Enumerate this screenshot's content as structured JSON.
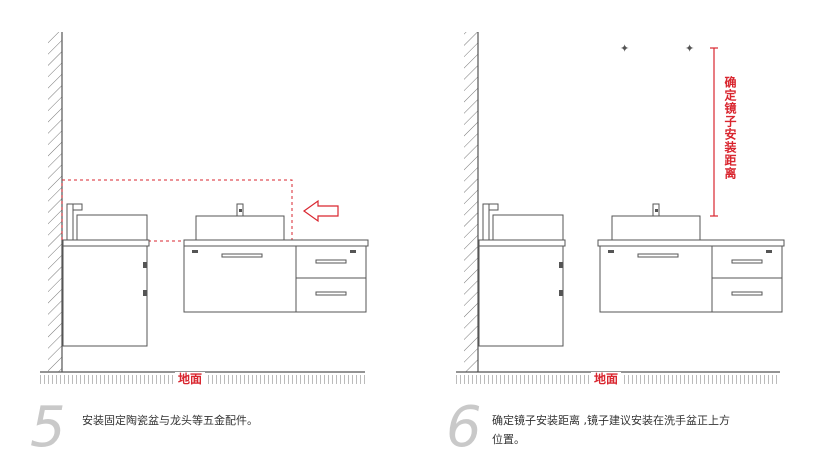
{
  "panels": [
    {
      "step_number": "5",
      "caption": "安装固定陶瓷盆与龙头等五金配件。",
      "floor_label": "地面"
    },
    {
      "step_number": "6",
      "caption_line1": "确定镜子安装距离 ,镜子建议安装在洗手盆正上方",
      "caption_line2": "位置。",
      "floor_label": "地面",
      "dimension_label": "确定镜子安装距离"
    }
  ],
  "colors": {
    "accent_red": "#d9262f",
    "line": "#555555",
    "number": "#c9c9c9"
  }
}
